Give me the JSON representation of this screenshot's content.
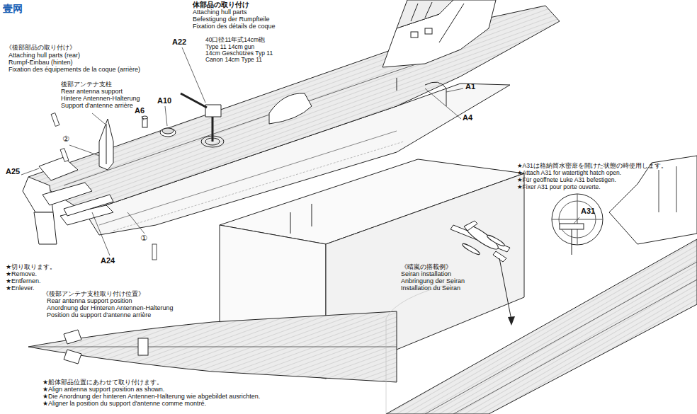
{
  "diagram": {
    "title": "体部品の取り付け",
    "labels": [
      "Attaching hull parts",
      "Befestigung der Rumpfteile",
      "Fixation des détails de coque",
      "壹网",
      "《後部部品の取り付け》",
      "Attaching hull parts (rear)",
      "Rumpf-Einbau (hinten)",
      "Fixation des équipements de la coque (arrière)",
      "後部アンテナ支柱",
      "Rear antenna support",
      "Hintere Antennen-Halterung",
      "Support d'antenne arrière",
      "A22",
      "40口径11年式14cm砲",
      "Type 11 14cm gun",
      "14cm Geschützes Typ 11",
      "Canon 14cm Type 11",
      "A6",
      "A10",
      "A1",
      "A4",
      "A25",
      "A24",
      "①",
      "②",
      "★切り取ります。",
      "★Remove.",
      "★Entfernen.",
      "★Enlever.",
      "《後部アンテナ支柱取り付け位置》",
      "Rear antenna support position",
      "Anordnung der Hinteren Antennen-Halterung",
      "Position du support d'antenne arrière",
      "★船体部品位置にあわせて取り付けます。",
      "★Align antenna support position as shown.",
      "★Die Anordnung der hinteren Antennen-Halterung wie abgebildet ausrichten.",
      "★Aligner la position du support d'antenne comme montré.",
      "★A31は格納筒水密扉を開けた状態の時使用します。",
      "★Attach A31 for watertight hatch open.",
      "★Für geöffnete Luke A31 befestigen.",
      "★Fixer A31 pour porte ouverte.",
      "A31",
      "《晴嵐の搭載例》",
      "Seiran installation",
      "Anbringung der Seiran",
      "Installation du Seiran"
    ]
  }
}
